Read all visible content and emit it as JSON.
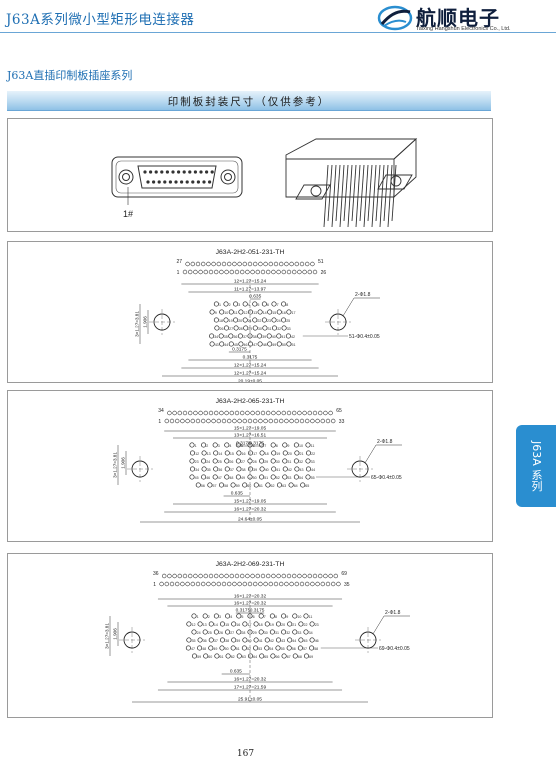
{
  "header": {
    "title": "J63A系列微小型矩形电连接器",
    "logo_text": "航顺电子",
    "logo_sub": "Taixing Hangshun Electronics Co., Ltd."
  },
  "section_title": "J63A直插印制板插座系列",
  "banner": "印制板封装尺寸（仅供参考）",
  "overview": {
    "pin_label": "1#"
  },
  "diagrams": [
    {
      "title": "J63A-2H2-051-231-TH",
      "pins": 51,
      "rows": [
        8,
        9,
        8,
        8,
        9,
        9
      ],
      "top_scale": {
        "left_top": "27",
        "right_top": "51",
        "left_bottom": "1",
        "right_bottom": "26"
      },
      "dims_top": [
        "12×1.27=15.24",
        "11×1.27=13.97",
        "0.635"
      ],
      "dims_bottom": [
        "0.3175",
        "0.3175",
        "12×1.27=15.24",
        "12×1.27=15.24",
        "20.19±0.05"
      ],
      "dims_left": [
        "3×1.27=3.81",
        "1.906"
      ],
      "hole_label": "2-Φ1.8",
      "pad_label": "51-Φ0.4±0.05"
    },
    {
      "title": "J63A-2H2-065-231-TH",
      "pins": 65,
      "rows": [
        11,
        11,
        11,
        11,
        11,
        10
      ],
      "top_scale": {
        "left_top": "34",
        "right_top": "65",
        "left_bottom": "1",
        "right_bottom": "33"
      },
      "dims_top": [
        "15×1.27=19.05",
        "13×1.27=16.51",
        "0.3175",
        "0.3175"
      ],
      "dims_bottom": [
        "0.635",
        "15×1.27=19.05",
        "16×1.27=20.32",
        "24.64±0.05"
      ],
      "dims_left": [
        "3×1.27=3.81",
        "1.906"
      ],
      "hole_label": "2-Φ1.8",
      "pad_label": "65-Φ0.4±0.05"
    },
    {
      "title": "J63A-2H2-069-231-TH",
      "pins": 69,
      "rows": [
        11,
        12,
        11,
        12,
        12,
        11
      ],
      "top_scale": {
        "left_top": "36",
        "right_top": "69",
        "left_bottom": "1",
        "right_bottom": "35"
      },
      "dims_top": [
        "16×1.27=20.32",
        "16×1.27=20.32",
        "0.3175",
        "0.3175"
      ],
      "dims_bottom": [
        "0.635",
        "16×1.27=20.32",
        "17×1.27=21.59",
        "25.91±0.05"
      ],
      "dims_left": [
        "3×1.27=3.81",
        "1.906"
      ],
      "hole_label": "2-Φ1.8",
      "pad_label": "69-Φ0.4±0.05"
    }
  ],
  "side_tab": "J63A 系列",
  "page_number": "167"
}
